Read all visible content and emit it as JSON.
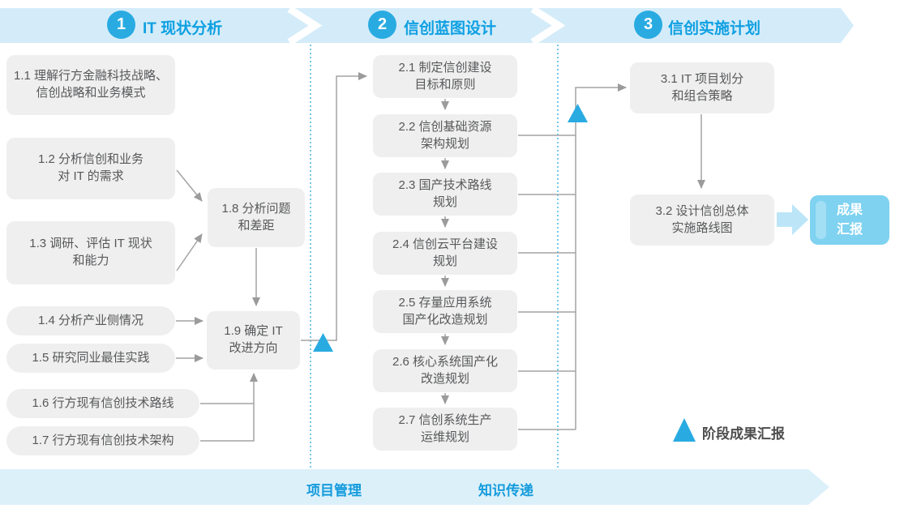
{
  "phases": [
    {
      "number": "1",
      "title": "IT 现状分析"
    },
    {
      "number": "2",
      "title": "信创蓝图设计"
    },
    {
      "number": "3",
      "title": "信创实施计划"
    }
  ],
  "boxes": {
    "b11": "1.1 理解行方金融科技战略、\n信创战略和业务模式",
    "b12": "1.2 分析信创和业务\n对 IT 的需求",
    "b13": "1.3 调研、评估 IT 现状\n和能力",
    "b14": "1.4 分析产业侧情况",
    "b15": "1.5 研究同业最佳实践",
    "b16": "1.6 行方现有信创技术路线",
    "b17": "1.7 行方现有信创技术架构",
    "b18": "1.8 分析问题\n和差距",
    "b19": "1.9 确定 IT\n改进方向",
    "b21": "2.1 制定信创建设\n目标和原则",
    "b22": "2.2 信创基础资源\n架构规划",
    "b23": "2.3 国产技术路线\n规划",
    "b24": "2.4 信创云平台建设\n规划",
    "b25": "2.5 存量应用系统\n国产化改造规划",
    "b26": "2.6 核心系统国产化\n改造规划",
    "b27": "2.7 信创系统生产\n运维规划",
    "b31": "3.1 IT 项目划分\n和组合策略",
    "b32": "3.2 设计信创总体\n实施路线图"
  },
  "result_box": "成果\n汇报",
  "legend": "阶段成果汇报",
  "bands": {
    "left": "项目管理",
    "right": "知识传递"
  },
  "colors": {
    "accent_blue": "#29ABE2",
    "title_blue": "#0FA0E2",
    "band_fill": "#D4ECF9",
    "footer_band_fill": "#DCF0FA",
    "box_gray": "#EFEFEF",
    "box_text": "#57585A",
    "line_gray": "#A3A3A3",
    "result_fill": "#7FD2F0",
    "thick_arrow_fill": "#BCE5F8"
  }
}
